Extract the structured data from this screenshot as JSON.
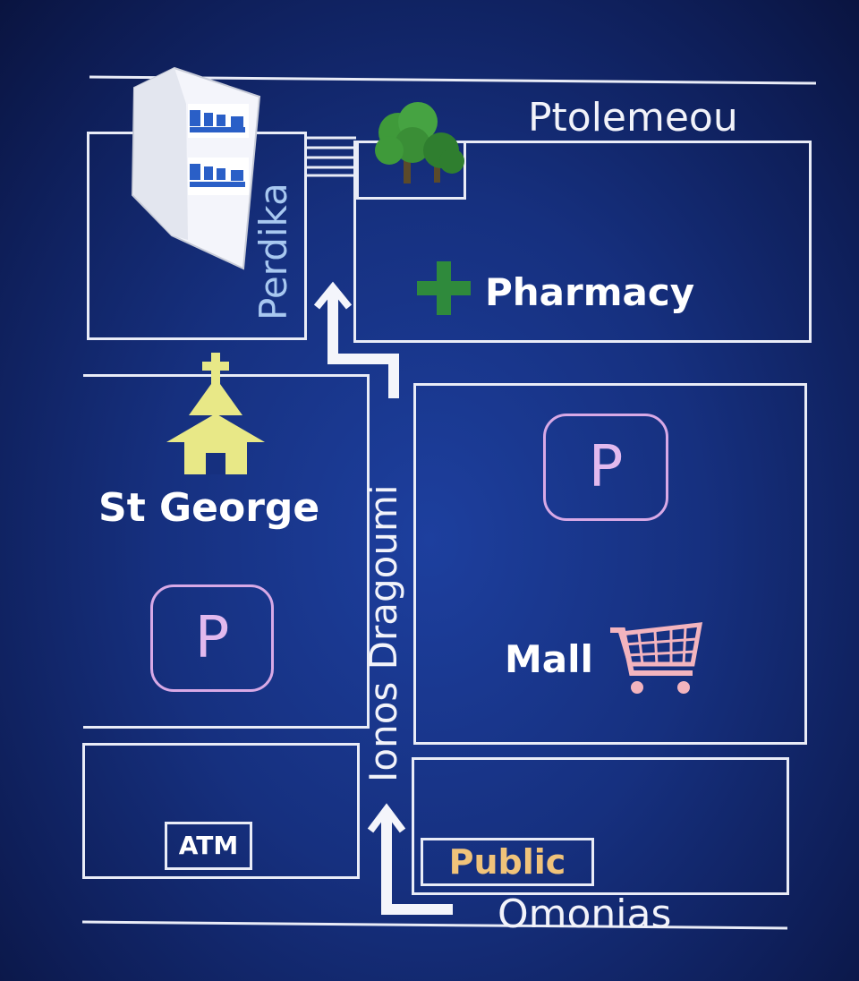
{
  "streets": {
    "ptolemeou": "Ptolemeou",
    "perdika": "Perdika",
    "ionos_dragoumi": "Ionos Dragoumi",
    "omonias": "Omonias"
  },
  "places": {
    "pharmacy": "Pharmacy",
    "church": "St George",
    "parking_left": "P",
    "parking_right": "P",
    "mall": "Mall",
    "atm": "ATM",
    "public": "Public"
  },
  "colors": {
    "background": "#16307f",
    "lines": "#e9ecf7",
    "pharmacy_cross": "#2f8a3c",
    "tree": "#3f9a3a",
    "church": "#e8e887",
    "parking": "#d8a9e6",
    "cart": "#f3b4be",
    "public_text": "#f0c37a",
    "perdika_text": "#a8c8f0"
  },
  "icons": {
    "building": "building-icon",
    "tree": "tree-icon",
    "cross": "pharmacy-cross-icon",
    "church": "church-icon",
    "cart": "shopping-cart-icon",
    "arrow_north": "arrow-up-icon",
    "arrow_route": "route-arrow-icon"
  }
}
